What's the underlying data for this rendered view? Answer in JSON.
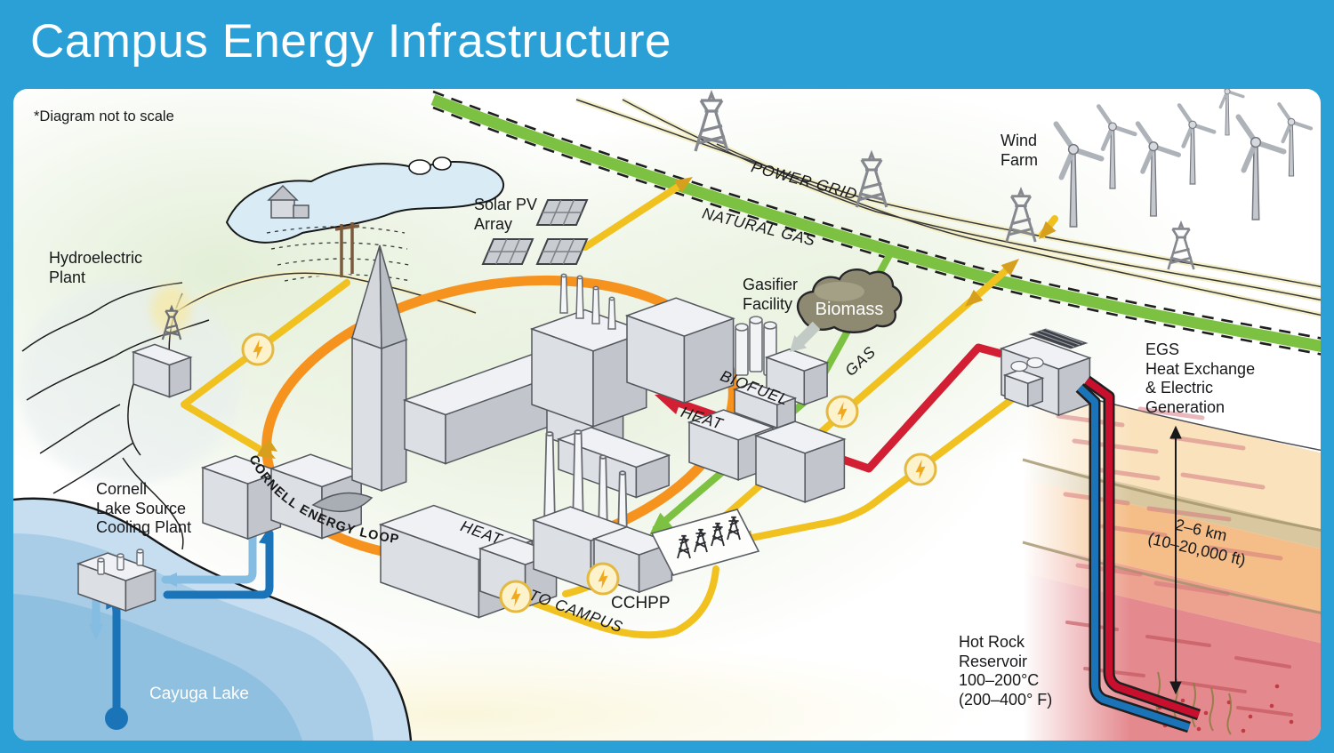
{
  "title": "Campus Energy Infrastructure",
  "note": "*Diagram not to scale",
  "labels": {
    "hydro": [
      "Hydroelectric",
      "Plant"
    ],
    "solar": [
      "Solar PV",
      "Array"
    ],
    "wind": [
      "Wind",
      "Farm"
    ],
    "gasifier": [
      "Gasifier",
      "Facility"
    ],
    "biomass": "Biomass",
    "biofuel": "BIOFUEL",
    "gas": "GAS",
    "power_grid": "POWER GRID",
    "natural_gas": "NATURAL GAS",
    "heat": "HEAT",
    "to_campus": "TO CAMPUS",
    "cchpp": "CCHPP",
    "energy_loop": "CORNELL ENERGY LOOP",
    "cooling_plant": [
      "Cornell",
      "Lake Source",
      "Cooling Plant"
    ],
    "cayuga_lake": "Cayuga Lake",
    "egs": [
      "EGS",
      "Heat Exchange",
      "& Electric",
      "Generation"
    ],
    "depth": [
      "2–6 km",
      "(10–20,000 ft)"
    ],
    "hot_rock": [
      "Hot Rock",
      "Reservoir",
      "100–200°C",
      "(200–400° F)"
    ]
  },
  "colors": {
    "frame_blue": "#2AA0D6",
    "loop_orange": "#F6921E",
    "electric_yellow": "#F0C11F",
    "arrow_gold": "#D79F1E",
    "gas_green": "#7CC142",
    "heat_red": "#D21F33",
    "water_dark_blue": "#1C74B8",
    "water_light_blue": "#85BCE2",
    "hot_rock_pink": "#E4898E"
  }
}
